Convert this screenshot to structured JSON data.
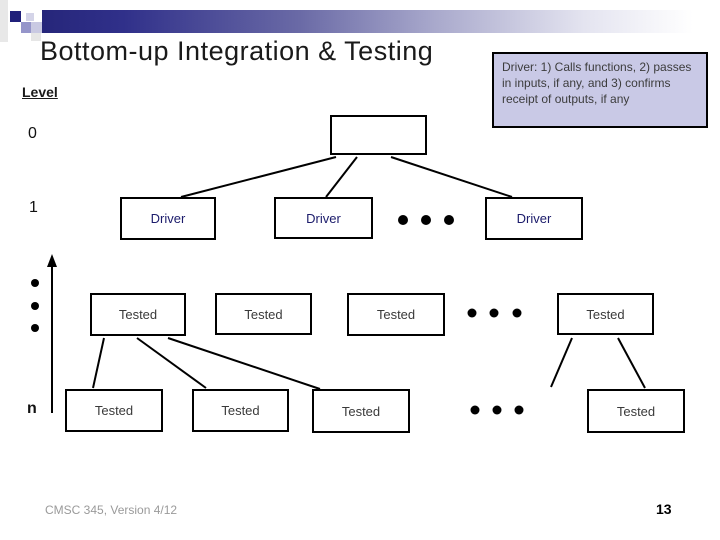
{
  "title": "Bottom-up Integration & Testing",
  "level_label": "Level",
  "note": "Driver: 1) Calls functions, 2) passes in inputs, if any, and 3) confirms receipt of outputs, if any",
  "levels": {
    "zero": "0",
    "one": "1",
    "n": "n"
  },
  "diagram": {
    "top_box_label": "",
    "drivers": [
      "Driver",
      "Driver",
      "Driver"
    ],
    "tested_middle": [
      "Tested",
      "Tested",
      "Tested",
      "Tested"
    ],
    "tested_bottom": [
      "Tested",
      "Tested",
      "Tested",
      "Tested"
    ]
  },
  "footer": {
    "course": "CMSC 345, Version 4/12",
    "page_number": "13"
  },
  "colors": {
    "accent_navy": "#26267a",
    "note_background": "#c9c9e6",
    "driver_text": "#1b1b6b",
    "tested_text": "#3a3a3a"
  }
}
